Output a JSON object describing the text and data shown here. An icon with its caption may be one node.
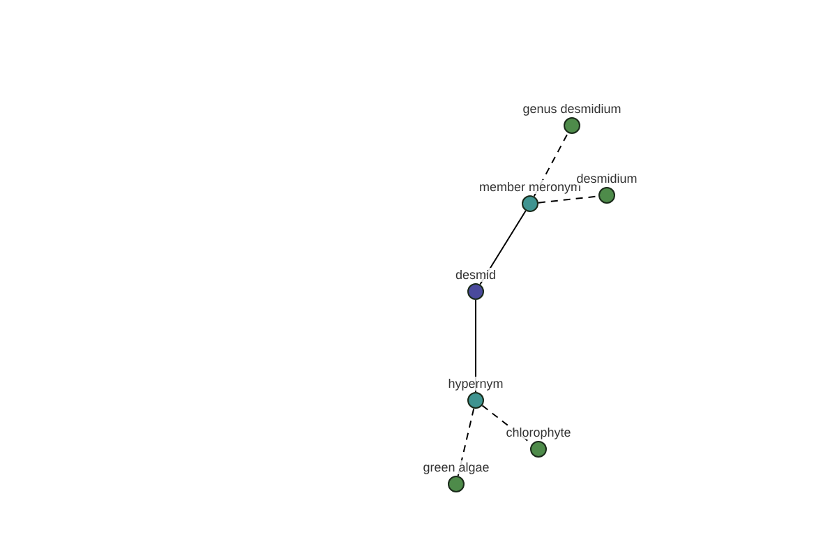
{
  "diagram": {
    "nodes": [
      {
        "text": [
          "genus desmidium"
        ]
      },
      {
        "text": [
          "member meronym"
        ]
      },
      {
        "text": [
          "desmidium"
        ]
      },
      {
        "text": [
          "desmid"
        ]
      },
      {
        "text": [
          "hypernym"
        ]
      },
      {
        "text": [
          "chlorophyte"
        ]
      },
      {
        "text": [
          "green algae"
        ]
      }
    ],
    "edges": [
      {
        "from": 3,
        "to": 1,
        "arrow": "none"
      },
      {
        "from": 1,
        "to": 0,
        "arrow": "none",
        "style": "dashed"
      },
      {
        "from": 1,
        "to": 2,
        "arrow": "none",
        "style": "dashed"
      },
      {
        "from": 3,
        "to": 4,
        "arrow": "none"
      },
      {
        "from": 4,
        "to": 5,
        "arrow": "none",
        "style": "dashed"
      },
      {
        "from": 4,
        "to": 6,
        "arrow": "none",
        "style": "dashed"
      }
    ]
  }
}
